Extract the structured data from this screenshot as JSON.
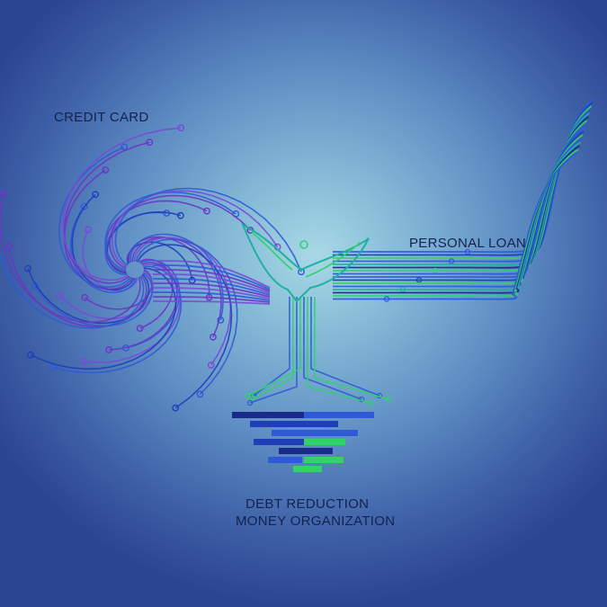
{
  "labels": {
    "credit_card": "CREDIT CARD",
    "personal_loan": "PERSONAL LOAN",
    "debt_reduction": "DEBT REDUCTION",
    "money_organization": "MONEY ORGANIZATION"
  },
  "colors": {
    "purple": "#6a36c4",
    "violet": "#7a4ad8",
    "blue": "#2f5ad6",
    "royal": "#1e3fb8",
    "navy": "#1a2a8a",
    "green": "#2fd36a",
    "teal": "#1fb0a0",
    "text": "#14224e"
  },
  "icons": {
    "bird": "bird-icon",
    "step_bars": "stacked-bars-icon"
  }
}
